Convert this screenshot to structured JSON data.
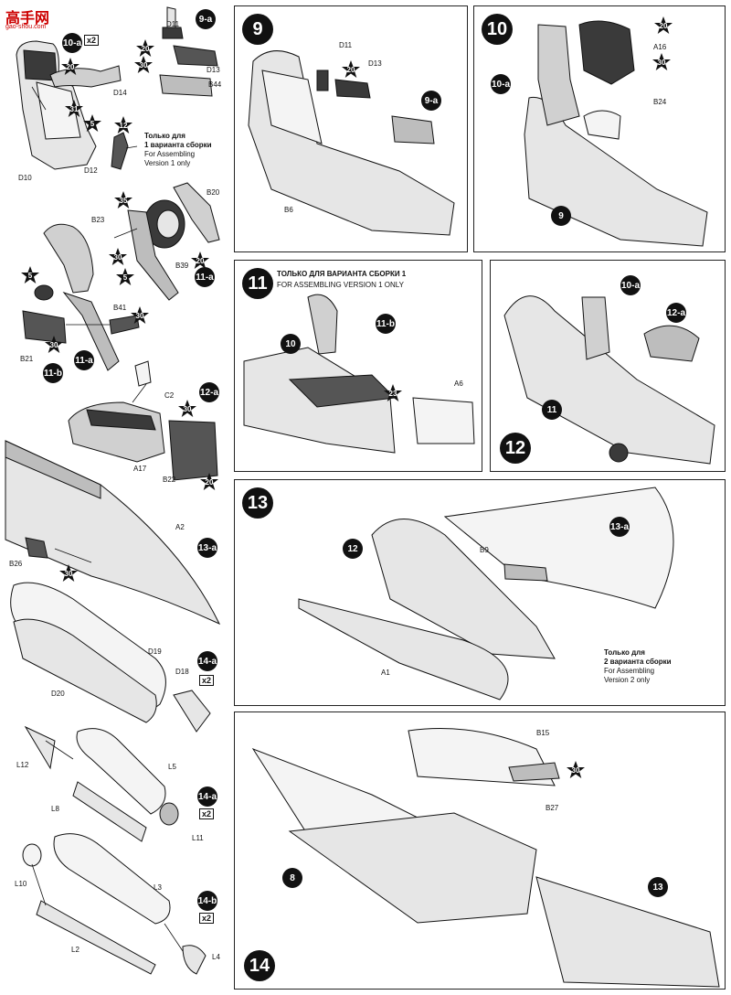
{
  "logo": {
    "main": "高手网",
    "sub": "gao-shou.com"
  },
  "left_column": {
    "step_10a": {
      "label": "10-a",
      "qty": "x2"
    },
    "step_9a": {
      "label": "9-a"
    },
    "step_11a": {
      "label": "11-a"
    },
    "step_11b": {
      "label": "11-b"
    },
    "step_12a": {
      "label": "12-a"
    },
    "step_13a": {
      "label": "13-a"
    },
    "step_14a_top": {
      "label": "14-a",
      "qty": "x2"
    },
    "step_14a_mid": {
      "label": "14-a",
      "qty": "x2"
    },
    "step_14b": {
      "label": "14-b",
      "qty": "x2"
    },
    "version_note": {
      "line1": "Только для",
      "line2": "1 варианта сборки",
      "line3": "For Assembling",
      "line4": "Version 1 only"
    },
    "parts": {
      "D10": "D10",
      "D11": "D11",
      "D12": "D12",
      "D13": "D13",
      "D14": "D14",
      "B44": "B44",
      "B20": "B20",
      "B23": "B23",
      "B39": "B39",
      "B41": "B41",
      "B21": "B21",
      "C2": "C2",
      "A17": "A17",
      "B22": "B22",
      "B26": "B26",
      "A2": "A2",
      "D19": "D19",
      "D20": "D20",
      "D18": "D18",
      "L12": "L12",
      "L5": "L5",
      "L8": "L8",
      "L11": "L11",
      "L10": "L10",
      "L3": "L3",
      "L2": "L2",
      "L4": "L4"
    },
    "stars": [
      "20",
      "31",
      "5",
      "12",
      "20",
      "30",
      "35",
      "30",
      "5",
      "20",
      "5",
      "30",
      "30",
      "30",
      "20",
      "30"
    ]
  },
  "steps": {
    "s9": {
      "num": "9",
      "parts": {
        "D11": "D11",
        "D13": "D13",
        "B6": "B6",
        "sub": "9-a"
      },
      "stars": [
        "20"
      ]
    },
    "s10": {
      "num": "10",
      "parts": {
        "A16": "A16",
        "B24": "B24",
        "sub": "10-a",
        "base": "9"
      },
      "stars": [
        "20",
        "30"
      ]
    },
    "s11": {
      "num": "11",
      "header_ru": "ТОЛЬКО ДЛЯ ВАРИАНТА СБОРКИ 1",
      "header_en": "FOR ASSEMBLING VERSION 1 ONLY",
      "parts": {
        "A6": "A6",
        "sub": "11-b",
        "base": "10"
      },
      "stars": [
        "23"
      ]
    },
    "s12": {
      "num": "12",
      "parts": {
        "sub1": "10-a",
        "sub2": "12-a",
        "base": "11"
      }
    },
    "s13": {
      "num": "13",
      "parts": {
        "B9": "B9",
        "A1": "A1",
        "sub": "13-a",
        "base": "12"
      },
      "version_note": {
        "line1": "Только для",
        "line2": "2 варианта сборки",
        "line3": "For Assembling",
        "line4": "Version 2 only"
      }
    },
    "s14": {
      "num": "14",
      "parts": {
        "B15": "B15",
        "B27": "B27",
        "base": "8",
        "sub": "13"
      },
      "stars": [
        "30"
      ]
    }
  },
  "colors": {
    "ink": "#111111",
    "panel_border": "#222222",
    "part_fill": "#e6e6e6",
    "dark_fill": "#3a3a3a",
    "logo": "#cc0000"
  }
}
